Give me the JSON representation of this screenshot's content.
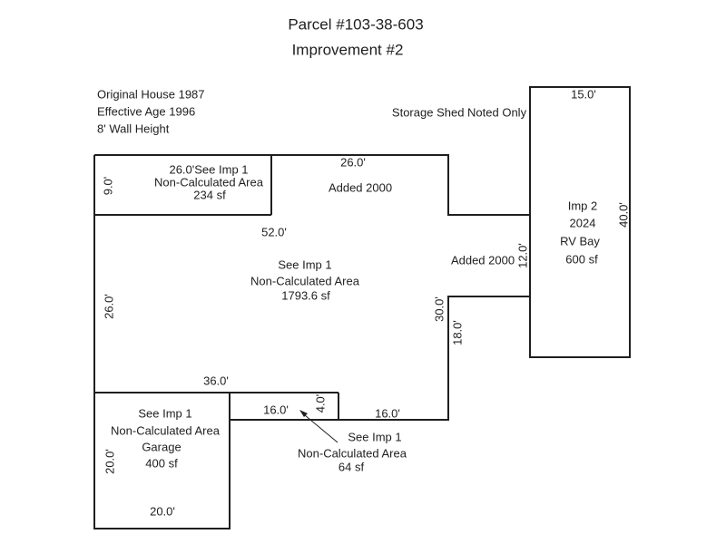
{
  "title": {
    "parcel": "Parcel #103-38-603",
    "improvement": "Improvement #2"
  },
  "notes": {
    "original_house": "Original House 1987",
    "effective_age": "Effective Age 1996",
    "wall_height": "8' Wall Height",
    "storage_shed": "Storage Shed Noted Only"
  },
  "areas": {
    "addition_234": {
      "line1": "26.0'See Imp 1",
      "line2": "Non-Calculated Area",
      "line3": "234 sf",
      "dims": {
        "left": "9.0'"
      }
    },
    "added_2000_top": {
      "label": "Added 2000",
      "dims": {
        "width": "26.0'"
      }
    },
    "main_house": {
      "line1": "See Imp 1",
      "line2": "Non-Calculated Area",
      "line3": "1793.6 sf",
      "dims": {
        "top_width": "52.0'",
        "left": "26.0'",
        "right_outer": "30.0'",
        "right_inner": "18.0'",
        "bottom": "36.0'"
      }
    },
    "connector": {
      "label": "Added 2000",
      "dims": {
        "height": "12.0'"
      }
    },
    "garage": {
      "line1": "See Imp 1",
      "line2": "Non-Calculated Area",
      "line3": "Garage",
      "line4": "400 sf",
      "dims": {
        "left": "20.0'",
        "bottom": "20.0'"
      }
    },
    "notch_64": {
      "line1": "See Imp 1",
      "line2": "Non-Calculated Area",
      "line3": "64 sf",
      "dims": {
        "width": "16.0'",
        "height": "4.0'"
      }
    },
    "bottom_right": {
      "dims": {
        "width": "16.0'"
      }
    },
    "rv_bay": {
      "line1": "Imp 2",
      "line2": "2024",
      "line3": "RV Bay",
      "line4": "600 sf",
      "dims": {
        "width": "15.0'",
        "height": "40.0'"
      }
    }
  }
}
